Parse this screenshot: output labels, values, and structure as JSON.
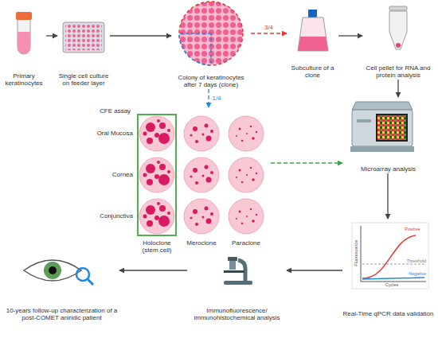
{
  "diagram": {
    "nodes": [
      {
        "text": [
          "Primary keratinocytes"
        ]
      },
      {
        "text": [
          "Single cell culture on feeder layer"
        ]
      },
      {
        "text": [
          "Colony of keratinocytes after 7 days (clone)"
        ]
      },
      {
        "text": [
          "Subculture of a clone"
        ]
      },
      {
        "text": [
          "Cell pellet for RNA and protein analysis"
        ]
      },
      {
        "text": [
          "CFE assay"
        ]
      },
      {
        "text": [
          "Holoclone (stem cell)"
        ],
        "in": 5
      },
      {
        "text": [
          "Microarray analysis"
        ]
      },
      {
        "text": [
          "Real-Time qPCR data validation"
        ]
      },
      {
        "text": [
          "Immunofluorescence/ immunohistochemical analysis"
        ]
      },
      {
        "text": [
          "10-years follow-up characterization of a post-COMET aniridic patient"
        ]
      }
    ],
    "edges": [
      {
        "from": 0,
        "to": 1,
        "arrow": "to"
      },
      {
        "from": 1,
        "to": 2,
        "arrow": "to"
      },
      {
        "from": 2,
        "to": 3,
        "label": "3/4",
        "arrow": "to"
      },
      {
        "from": 3,
        "to": 4,
        "arrow": "to"
      },
      {
        "from": 4,
        "to": 7,
        "arrow": "to"
      },
      {
        "from": 2,
        "to": 5,
        "label": "1/4",
        "arrow": "to"
      },
      {
        "from": 5,
        "to": 7,
        "arrow": "to"
      },
      {
        "from": 7,
        "to": 8,
        "arrow": "to"
      },
      {
        "from": 8,
        "to": 9,
        "arrow": "to"
      },
      {
        "from": 9,
        "to": 10,
        "arrow": "to"
      }
    ],
    "labels": [
      "Oral Mucosa",
      "Cornea",
      "Conjunctiva",
      "Meroclone",
      "Paraclone",
      "Fluorescence",
      "Cycles",
      "Positive",
      "Threshold",
      "Negative"
    ]
  }
}
